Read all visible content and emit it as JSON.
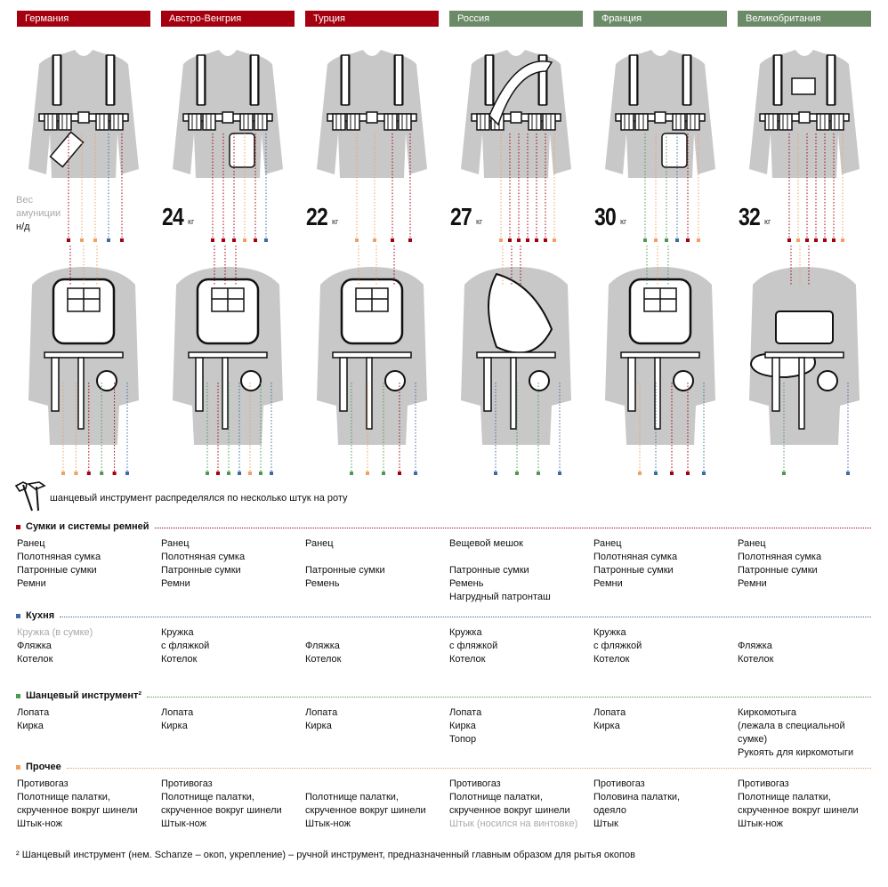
{
  "countries": [
    {
      "name": "Германия",
      "color": "#a4000f"
    },
    {
      "name": "Австро-Венгрия",
      "color": "#a4000f"
    },
    {
      "name": "Турция",
      "color": "#a4000f"
    },
    {
      "name": "Россия",
      "color": "#6b8a67"
    },
    {
      "name": "Франция",
      "color": "#6b8a67"
    },
    {
      "name": "Великобритания",
      "color": "#6b8a67"
    }
  ],
  "weights": {
    "label_line1": "Вес",
    "label_line2": "амуниции",
    "nodata": "н/д",
    "unit": "кг",
    "values": [
      "24",
      "22",
      "27",
      "30",
      "32"
    ]
  },
  "tool_note": "шанцевый инструмент распределялся по несколько штук на роту",
  "colors": {
    "bags": "#a4000f",
    "kitchen": "#3f6aa6",
    "tools": "#4a9a55",
    "other": "#f0a060"
  },
  "sections": [
    {
      "title": "Сумки и системы ремней",
      "color": "#a4000f",
      "columns": [
        "Ранец\nПолотняная сумка\nПатронные сумки\nРемни",
        "Ранец\nПолотняная сумка\nПатронные сумки\nРемни",
        "Ранец\n\nПатронные сумки\nРемень",
        "Вещевой мешок\n\nПатронные сумки\nРемень\nНагрудный патронташ",
        "Ранец\nПолотняная сумка\nПатронные сумки\nРемни",
        "Ранец\nПолотняная сумка\nПатронные сумки\nРемни"
      ]
    },
    {
      "title": "Кухня",
      "color": "#3f6aa6",
      "muted_first": "Кружка (в сумке)",
      "columns": [
        "Фляжка\nКотелок",
        "Кружка\nс фляжкой\nКотелок",
        "\nФляжка\nКотелок",
        "Кружка\nс фляжкой\nКотелок",
        "Кружка\nс фляжкой\nКотелок",
        "\nФляжка\nКотелок"
      ]
    },
    {
      "title": "Шанцевый инструмент²",
      "color": "#4a9a55",
      "columns": [
        "Лопата\nКирка",
        "Лопата\nКирка",
        "Лопата\nКирка",
        "Лопата\nКирка\nТопор",
        "Лопата\nКирка",
        "Киркомотыга\n(лежала в специальной\nсумке)\nРукоять для киркомотыги"
      ]
    },
    {
      "title": "Прочее",
      "color": "#f0a060",
      "muted_russia": "Штык (носился на винтовке)",
      "columns": [
        "Противогаз\nПолотнище палатки,\nскрученное вокруг шинели\nШтык-нож",
        "Противогаз\nПолотнище палатки,\nскрученное вокруг шинели\nШтык-нож",
        "\nПолотнище палатки,\nскрученное вокруг шинели\nШтык-нож",
        "Противогаз\nПолотнище палатки,\nскрученное вокруг шинели",
        "Противогаз\nПоловина палатки,\nодеяло\nШтык",
        "Противогаз\nПолотнище палатки,\nскрученное вокруг шинели\nШтык-нож"
      ]
    }
  ],
  "footnote": "² Шанцевый инструмент (нем. Schanze – окоп, укрепление) – ручной инструмент, предназначенный главным образом для рытья окопов"
}
